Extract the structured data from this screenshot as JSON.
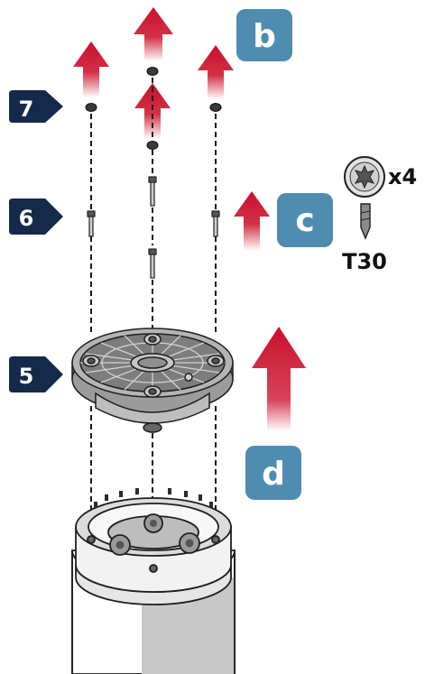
{
  "step_labels": {
    "seven": "7",
    "six": "6",
    "five": "5"
  },
  "stage_labels": {
    "b": "b",
    "c": "c",
    "d": "d"
  },
  "tool": {
    "quantity": "x4",
    "bit_size": "T30",
    "icon": "torx-screw-icon",
    "bit_icon": "torx-bit-icon"
  },
  "colors": {
    "arrow_red": "#c8102e",
    "step_badge": "#15294a",
    "stage_badge": "#4f8db0",
    "outline": "#2a2a2a",
    "pole_shadow": "#c8c8c8"
  }
}
